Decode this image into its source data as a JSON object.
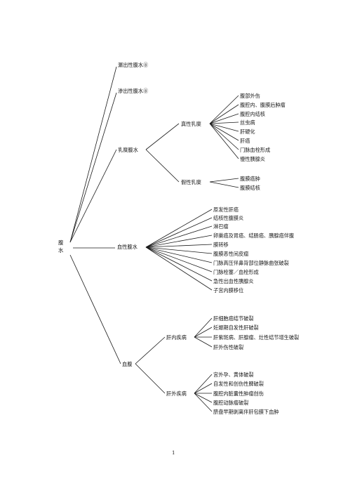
{
  "root": {
    "line1": "腹",
    "line2": "水"
  },
  "branches": {
    "transudate": "漏出性腹水⑧",
    "exudate": "渗出性腹水⑧",
    "chylous": {
      "label": "乳糜腹水",
      "true_chylous": {
        "label": "真性乳糜",
        "items": [
          "腹部外伤",
          "腹腔内、腹膜后肿瘤",
          "腹腔内结核",
          "丝虫病",
          "肝硬化",
          "肝癌",
          "门脉血栓形成",
          "慢性胰腺炎"
        ]
      },
      "pseudo_chylous": {
        "label": "假性乳糜",
        "items": [
          "腹膜癌肿",
          "腹膜结核"
        ]
      }
    },
    "bloody_ascites": {
      "label": "血性腹水",
      "items": [
        "原发性肝癌",
        "结核性腹膜炎",
        "淋巴瘤",
        "卵巢癌及胃癌、结肠癌、胰腺癌伴腹",
        "膜转移",
        "腹膜恶性间皮瘤",
        "门脉高压伴鼻背部位静脉曲张破裂",
        "门脉栓塞／血栓形成",
        "急性出血性胰腺炎",
        "子宫内膜移位"
      ]
    },
    "hemoperitoneum": {
      "label": "血腹",
      "hepatic": {
        "label": "肝内疾病",
        "items": [
          "肝细胞癌结节破裂",
          "妊娠期自发性肝破裂",
          "肝紫斑病、肝腺瘤、灶性结节增生破裂",
          "肝外伤性破裂"
        ]
      },
      "extrahepatic": {
        "label": "肝外疾病",
        "items": [
          "宫外孕、黄体破裂",
          "自发性和创伤性脾破裂",
          "腹腔内脏囊性肿瘤创伤",
          "腹腔动脉瘤破裂",
          "脐盘早期剥离伴肝包膜下血肿"
        ]
      }
    }
  },
  "page_number": "1"
}
